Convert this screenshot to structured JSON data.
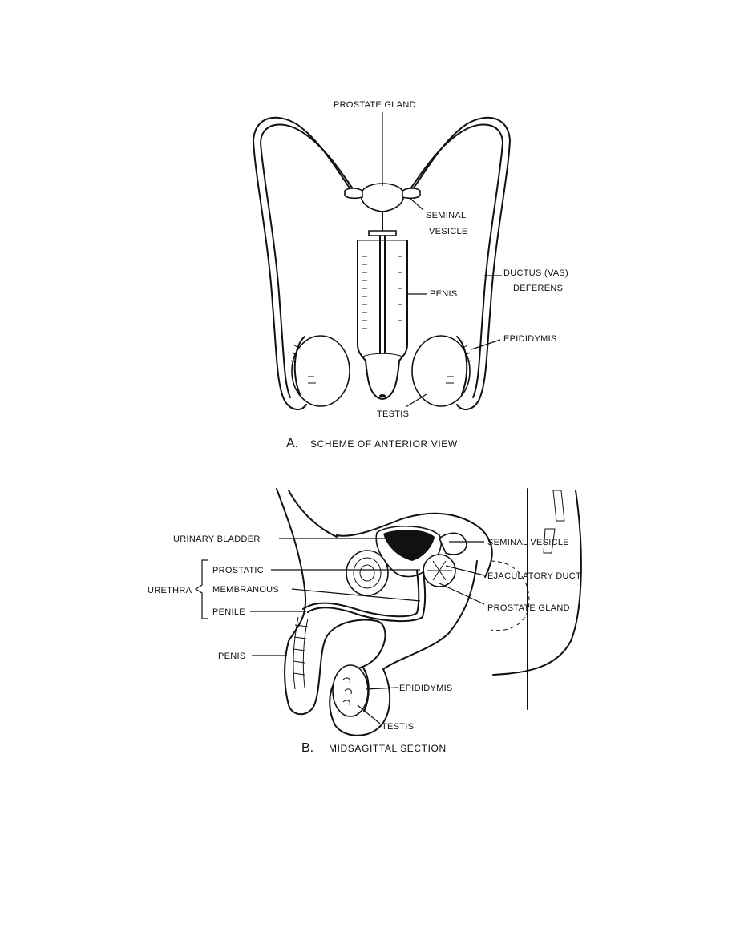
{
  "figure_a": {
    "labels": {
      "prostate_gland": "PROSTATE GLAND",
      "seminal_vesicle_1": "SEMINAL",
      "seminal_vesicle_2": "VESICLE",
      "ductus_1": "DUCTUS (VAS)",
      "ductus_2": "DEFERENS",
      "penis": "PENIS",
      "epididymis": "EPIDIDYMIS",
      "testis": "TESTIS"
    },
    "caption_letter": "A.",
    "caption_text": "SCHEME OF ANTERIOR VIEW"
  },
  "figure_b": {
    "labels": {
      "urinary_bladder": "URINARY BLADDER",
      "urethra": "URETHRA",
      "prostatic": "PROSTATIC",
      "membranous": "MEMBRANOUS",
      "penile": "PENILE",
      "penis": "PENIS",
      "seminal_vesicle": "SEMINAL VESICLE",
      "ejaculatory_duct": "EJACULATORY DUCT",
      "prostate_gland": "PROSTATE GLAND",
      "epididymis": "EPIDIDYMIS",
      "testis": "TESTIS"
    },
    "caption_letter": "B.",
    "caption_text": "MIDSAGITTAL SECTION"
  }
}
